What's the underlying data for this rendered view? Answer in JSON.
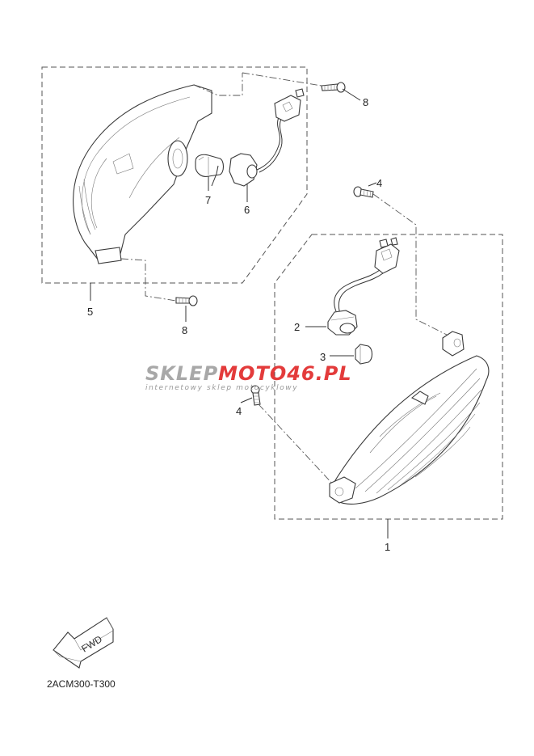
{
  "diagram": {
    "callouts": [
      "1",
      "2",
      "3",
      "4",
      "4",
      "5",
      "6",
      "7",
      "8",
      "8"
    ],
    "figure_code": "2ACM300-T300",
    "direction_tag": "FWD"
  },
  "watermark": {
    "brand_left": "SKLEP",
    "brand_right": "MOTO46.PL",
    "tagline": "internetowy sklep motocyklowy",
    "color_grey": "#a8a8a8",
    "color_red": "#e33b3b"
  }
}
